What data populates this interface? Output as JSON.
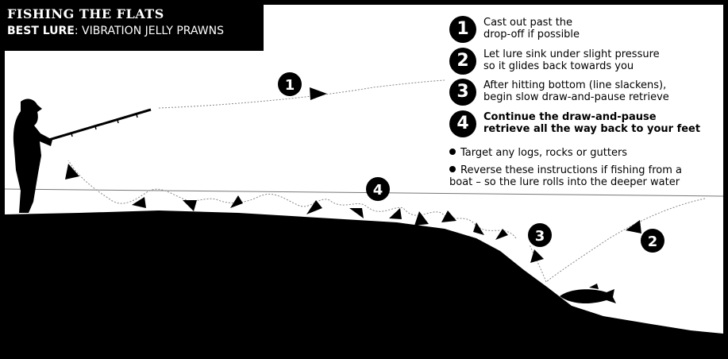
{
  "title": {
    "main": "FISHING THE FLATS",
    "sub_label": "BEST LURE",
    "sub_value": ": VIBRATION JELLY PRAWNS"
  },
  "steps": [
    {
      "num": "1",
      "lines": [
        "Cast out past the",
        "drop-off if possible"
      ],
      "bold": false
    },
    {
      "num": "2",
      "lines": [
        "Let lure sink under slight pressure",
        "so it glides back towards you"
      ],
      "bold": false
    },
    {
      "num": "3",
      "lines": [
        "After hitting bottom (line slackens),",
        "begin slow draw-and-pause retrieve"
      ],
      "bold": false
    },
    {
      "num": "4",
      "lines": [
        "Continue the draw-and-pause",
        "retrieve all the way back to your feet"
      ],
      "bold": true
    }
  ],
  "bullets": [
    {
      "lines": [
        "Target any logs, rocks or gutters"
      ]
    },
    {
      "lines": [
        "Reverse these instructions if fishing from a",
        "boat – so the lure rolls into the deeper water"
      ]
    }
  ],
  "diagram_markers": [
    {
      "num": "1"
    },
    {
      "num": "2"
    },
    {
      "num": "3"
    },
    {
      "num": "4"
    }
  ],
  "colors": {
    "ink": "#000000",
    "paper": "#ffffff",
    "line": "#777777"
  }
}
